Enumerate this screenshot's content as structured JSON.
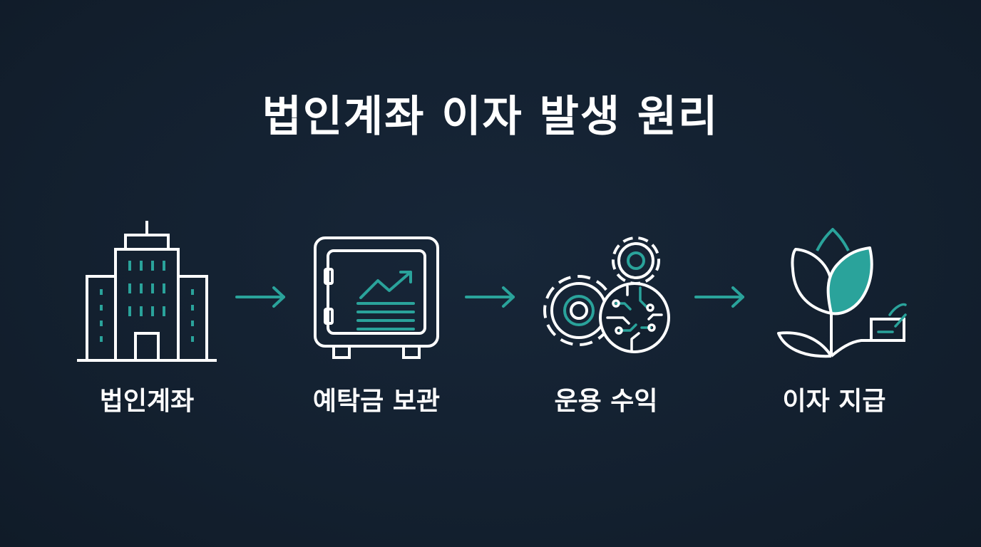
{
  "title": "법인계좌 이자 발생 원리",
  "steps": [
    {
      "label": "법인계좌",
      "icon": "building-icon"
    },
    {
      "label": "예탁금 보관",
      "icon": "safe-chart-icon"
    },
    {
      "label": "운용 수익",
      "icon": "gears-circuit-icon"
    },
    {
      "label": "이자 지급",
      "icon": "flower-payment-icon"
    }
  ],
  "colors": {
    "background": "#13202f",
    "line": "#ffffff",
    "accent": "#2aa39b"
  }
}
